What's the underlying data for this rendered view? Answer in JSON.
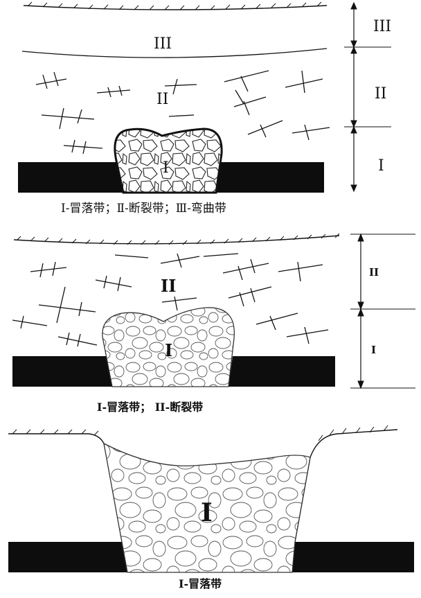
{
  "panels": [
    {
      "zone_labels": {
        "bending": "III",
        "fracture": "II",
        "caving": "I"
      },
      "scale_labels": [
        "III",
        "II",
        "I"
      ],
      "caption": "Ⅰ-冒落带；Ⅱ-断裂带；Ⅲ-弯曲带"
    },
    {
      "zone_labels": {
        "fracture": "II",
        "caving": "I"
      },
      "scale_labels": [
        "II",
        "I"
      ],
      "caption": "I-冒落带；   II-断裂带"
    },
    {
      "zone_labels": {
        "caving": "I"
      },
      "caption": "I-冒落带"
    }
  ],
  "colors": {
    "ink": "#111111",
    "seam": "#0d0d0d",
    "background": "#ffffff"
  }
}
